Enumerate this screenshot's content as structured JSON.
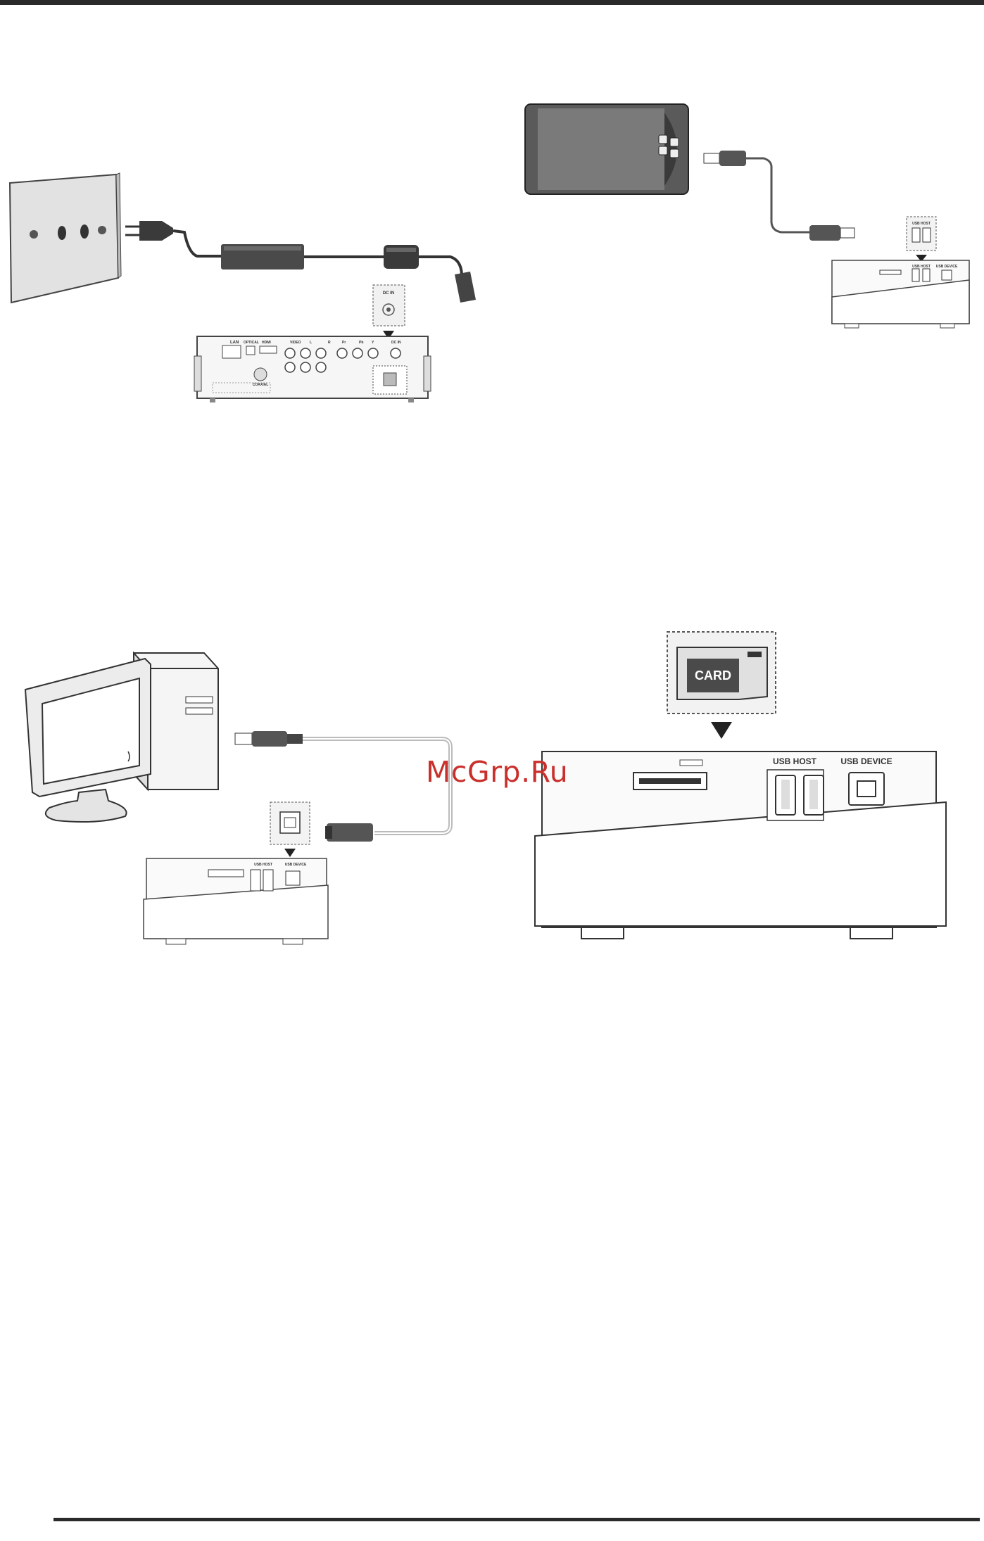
{
  "watermark": "McGrp.Ru",
  "labels": {
    "lan": "LAN",
    "optical": "OPTICAL",
    "hdmi": "HDMI",
    "video": "VIDEO",
    "l": "L",
    "r": "R",
    "pr": "Pr",
    "pb": "Pb",
    "y": "Y",
    "dc_in": "DC IN",
    "coaxial": "COAXIAL",
    "usb_host": "USB HOST",
    "usb_device": "USB DEVICE",
    "card": "CARD"
  },
  "colors": {
    "line": "#333333",
    "panel": "#f4f4f4",
    "dark": "#555555",
    "watermark": "#c9302c"
  }
}
